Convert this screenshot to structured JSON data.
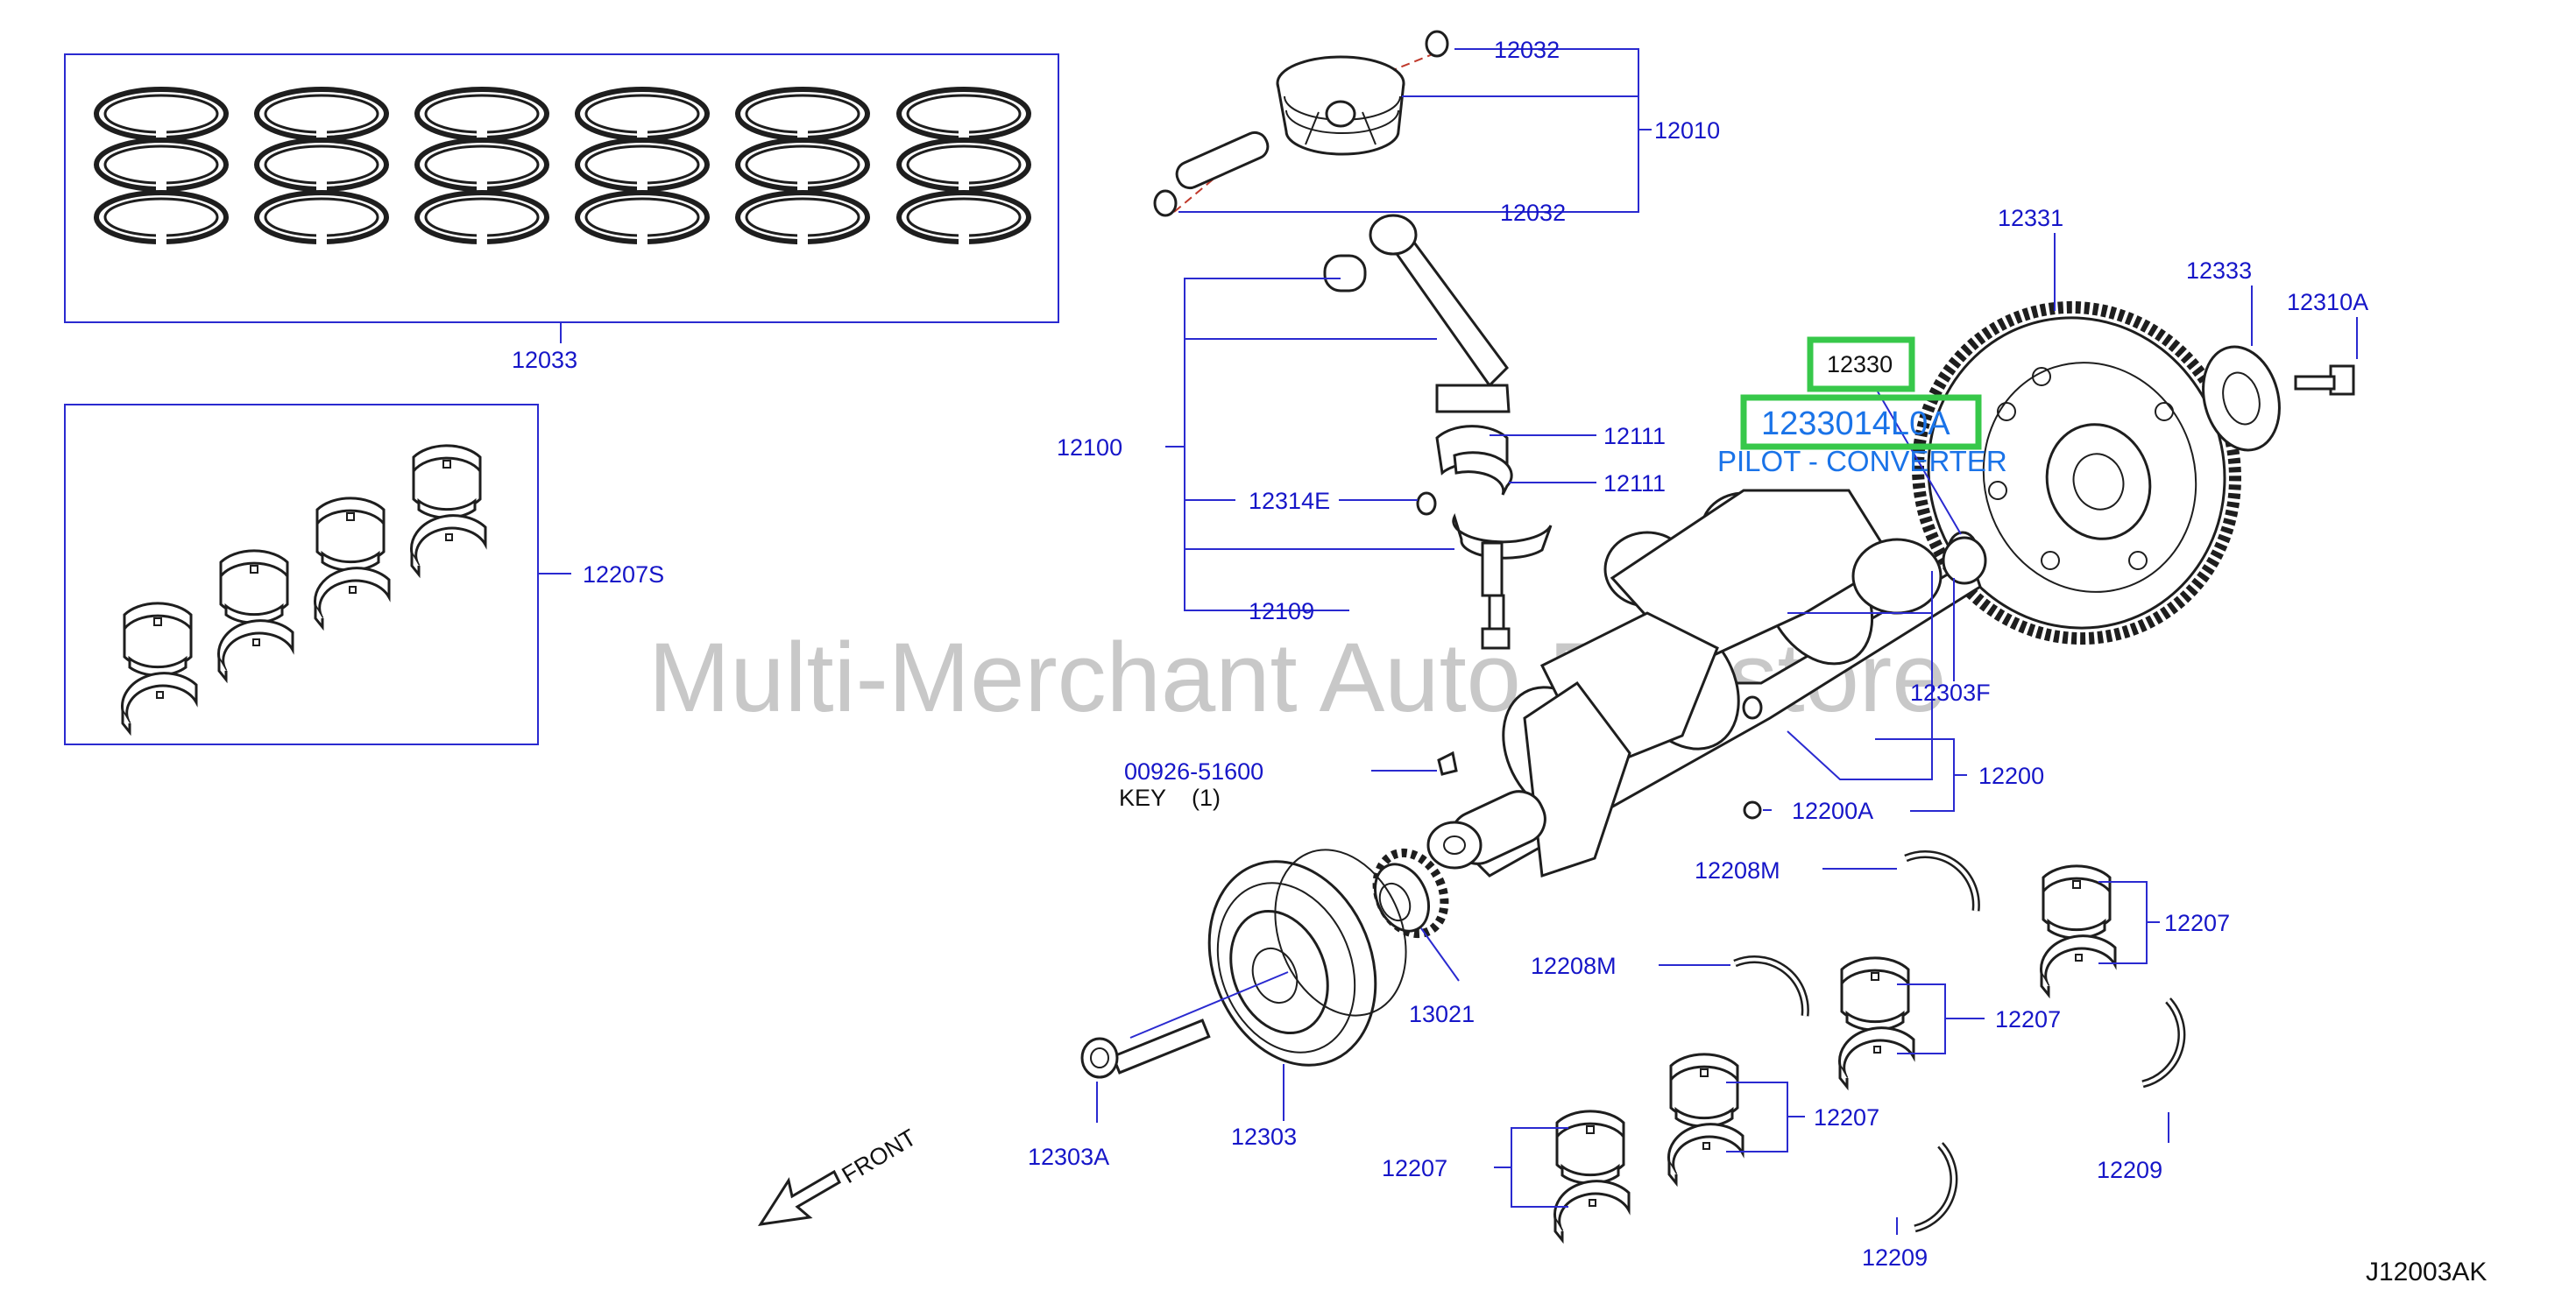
{
  "diagram": {
    "watermark": "Multi-Merchant Auto Partstore",
    "diagram_code": "J12003AK",
    "front_label": "FRONT",
    "highlight": {
      "part_number": "12330",
      "full_number": "1233014L0A",
      "description": "PILOT - CONVERTER"
    },
    "key_label": "KEY",
    "key_qty": "(1)",
    "labels": {
      "p12032a": "12032",
      "p12032b": "12032",
      "p12010": "12010",
      "p12033": "12033",
      "p12207S": "12207S",
      "p12100": "12100",
      "p12111a": "12111",
      "p12111b": "12111",
      "p12314E": "12314E",
      "p12109": "12109",
      "p12331": "12331",
      "p12333": "12333",
      "p12310A": "12310A",
      "p12303F": "12303F",
      "p12200": "12200",
      "p12200A": "12200A",
      "p00926": "00926-51600",
      "p12208Ma": "12208M",
      "p12208Mb": "12208M",
      "p12207a": "12207",
      "p12207b": "12207",
      "p12207c": "12207",
      "p12207d": "12207",
      "p12209a": "12209",
      "p12209b": "12209",
      "p13021": "13021",
      "p12303": "12303",
      "p12303A": "12303A"
    }
  }
}
